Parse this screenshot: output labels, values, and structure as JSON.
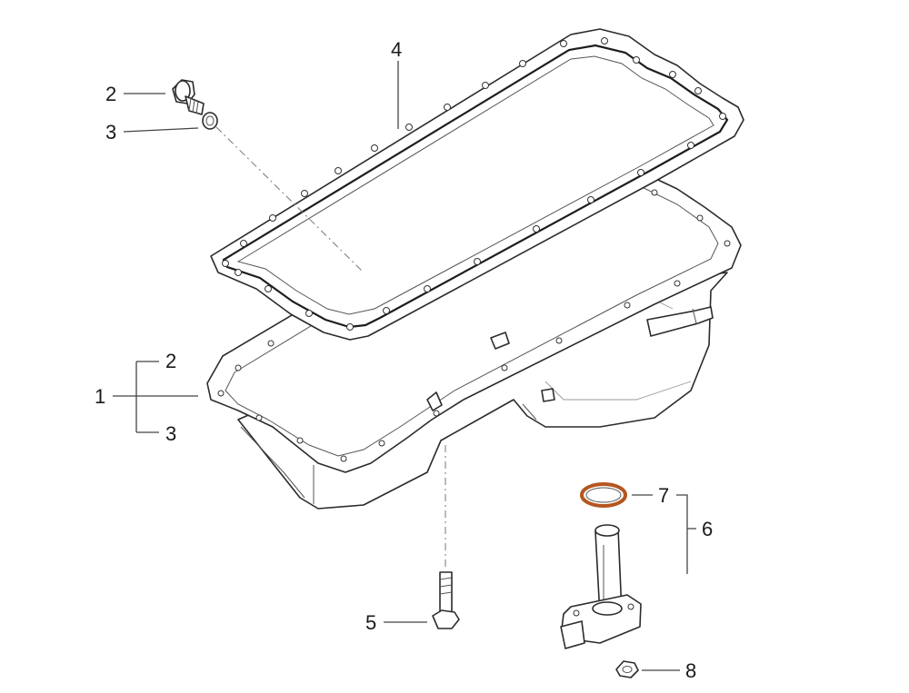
{
  "diagram": {
    "callouts": {
      "p1": "1",
      "p2": "2",
      "p3": "3",
      "p4": "4",
      "p5": "5",
      "p6": "6",
      "p7": "7",
      "p8": "8",
      "p1_sub_2": "2",
      "p1_sub_3": "3"
    },
    "colors": {
      "line": "#2b2b2b",
      "seal_ring": "#b5561f",
      "background": "#ffffff"
    }
  }
}
